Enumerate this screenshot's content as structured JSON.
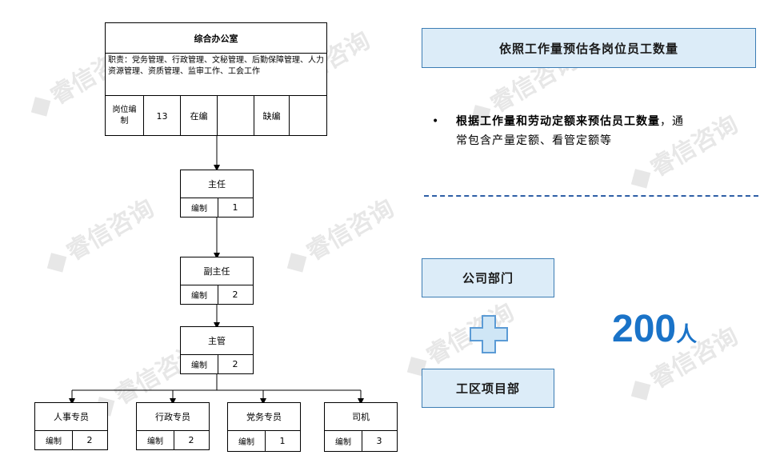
{
  "office": {
    "title": "综合办公室",
    "duties": "职责：党务管理、行政管理、文秘管理、后勤保障管理、人力资源管理、资质管理、监审工作、工会工作",
    "row": {
      "label1": "岗位编制",
      "value1": "13",
      "label2": "在编",
      "value2": "",
      "label3": "缺编",
      "value3": ""
    }
  },
  "nodes": {
    "director": {
      "title": "主任",
      "label": "编制",
      "value": "1"
    },
    "deputy": {
      "title": "副主任",
      "label": "编制",
      "value": "2"
    },
    "supervisor": {
      "title": "主管",
      "label": "编制",
      "value": "2"
    },
    "hr": {
      "title": "人事专员",
      "label": "编制",
      "value": "2"
    },
    "admin": {
      "title": "行政专员",
      "label": "编制",
      "value": "2"
    },
    "party": {
      "title": "党务专员",
      "label": "编制",
      "value": "1"
    },
    "driver": {
      "title": "司机",
      "label": "编制",
      "value": "3"
    }
  },
  "right": {
    "header": "依照工作量预估各岗位员工数量",
    "bullet_bold": "根据工作量和劳动定额来预估员工数量",
    "bullet_rest_line1": "，通",
    "bullet_rest_line2": "常包含产量定额、看管定额等",
    "company_dept": "公司部门",
    "project_dept": "工区项目部",
    "total_number": "200",
    "total_unit": "人"
  },
  "watermark_text": "睿信咨询",
  "colors": {
    "accent_blue": "#1a73c8",
    "box_fill": "#dcecf8",
    "box_border": "#3c7db4",
    "plus_fill": "#cfe6f6",
    "plus_border": "#5b9bd5",
    "dash": "#2e5fa6"
  }
}
